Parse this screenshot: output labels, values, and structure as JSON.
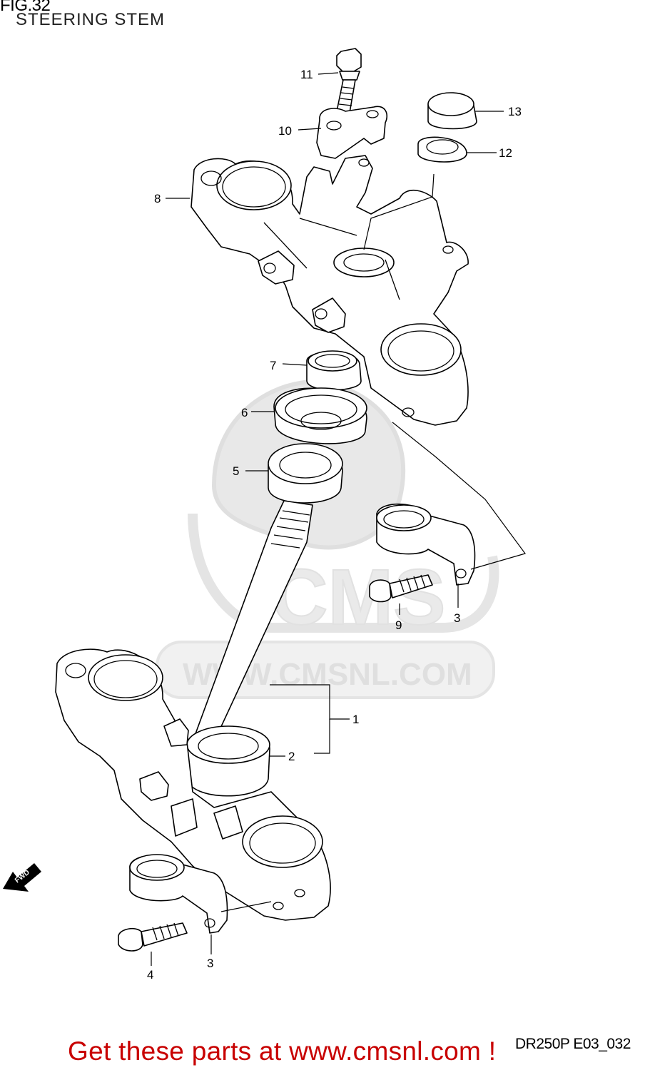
{
  "header": {
    "figure": "FIG.32",
    "title": "STEERING STEM"
  },
  "watermark": {
    "logo_text": "CMS",
    "site_text": "WWW.CMSNL.COM"
  },
  "fwd_badge": "FWD",
  "callouts": [
    {
      "id": "c1",
      "text": "1"
    },
    {
      "id": "c2",
      "text": "2"
    },
    {
      "id": "c3a",
      "text": "3"
    },
    {
      "id": "c3b",
      "text": "3"
    },
    {
      "id": "c4",
      "text": "4"
    },
    {
      "id": "c5",
      "text": "5"
    },
    {
      "id": "c6",
      "text": "6"
    },
    {
      "id": "c7",
      "text": "7"
    },
    {
      "id": "c8",
      "text": "8"
    },
    {
      "id": "c9",
      "text": "9"
    },
    {
      "id": "c10",
      "text": "10"
    },
    {
      "id": "c11",
      "text": "11"
    },
    {
      "id": "c12",
      "text": "12"
    },
    {
      "id": "c13",
      "text": "13"
    }
  ],
  "footer": {
    "link_text": "Get these parts at www.cmsnl.com !",
    "ref_code": "DR250P E03_032"
  },
  "colors": {
    "footer_link": "#c80000",
    "watermark": "#e6e6e6"
  }
}
